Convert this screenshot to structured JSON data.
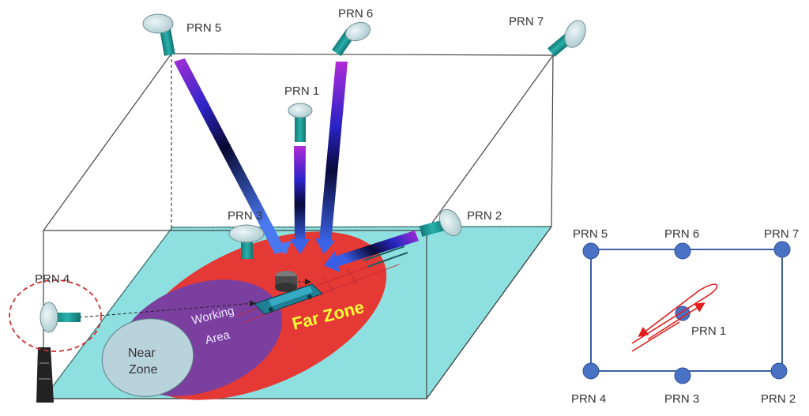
{
  "scene": {
    "prn_labels": {
      "prn5": "PRN 5",
      "prn6": "PRN 6",
      "prn7": "PRN 7",
      "prn1": "PRN 1",
      "prn3": "PRN 3",
      "prn2": "PRN 2",
      "prn4": "PRN 4"
    },
    "zones": {
      "near_line1": "Near",
      "near_line2": "Zone",
      "working_line1": "Working",
      "working_line2": "Area",
      "far": "Far Zone"
    }
  },
  "layout_map": {
    "labels": {
      "prn5": "PRN 5",
      "prn6": "PRN 6",
      "prn7": "PRN 7",
      "prn1": "PRN 1",
      "prn4": "PRN 4",
      "prn3": "PRN 3",
      "prn2": "PRN 2"
    }
  },
  "colors": {
    "floor": "#8ee0e0",
    "far_zone": "#e53935",
    "working_area": "#7b3fa0",
    "near_zone": "#b9d3dc",
    "far_zone_text": "#ffff33",
    "pseudolite_body": "#1f9e9a",
    "pseudolite_head": "#cfe3e6",
    "map_node": "#4a72c4",
    "map_frame": "#3e5fa8",
    "trajectory": "#e31b1b"
  }
}
